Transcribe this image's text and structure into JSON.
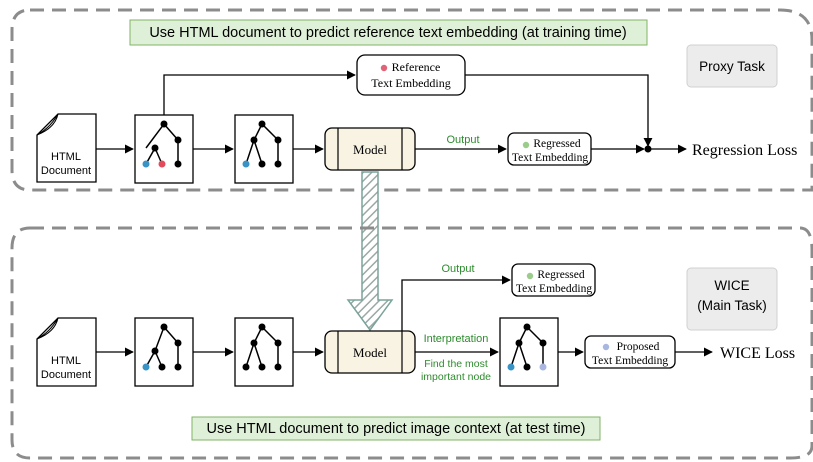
{
  "top_section": {
    "banner": "Use HTML document to predict reference text embedding (at training time)",
    "task_label": "Proxy Task",
    "document_label_line1": "HTML",
    "document_label_line2": "Document",
    "reference_line1": "Reference",
    "reference_line2": "Text Embedding",
    "model_label": "Model",
    "output_label": "Output",
    "regressed_line1": "Regressed",
    "regressed_line2": "Text Embedding",
    "loss_label": "Regression Loss"
  },
  "bottom_section": {
    "banner": "Use HTML document to predict image context (at test time)",
    "task_label_line1": "WICE",
    "task_label_line2": "(Main Task)",
    "document_label_line1": "HTML",
    "document_label_line2": "Document",
    "model_label": "Model",
    "output_label": "Output",
    "regressed_line1": "Regressed",
    "regressed_line2": "Text Embedding",
    "interpretation_label": "Interpretation",
    "find_line1": "Find the most",
    "find_line2": "important node",
    "proposed_line1": "Proposed",
    "proposed_line2": "Text Embedding",
    "loss_label": "WICE Loss"
  },
  "colors": {
    "green_text": "#2e8b2e",
    "node_blue": "#3a93c5",
    "node_red": "#e34b5c",
    "node_lightblue": "#a9b7e0",
    "dot_green": "#9ccc8c",
    "dot_red": "#e06377",
    "dot_blue": "#a8b7e0",
    "dashed_border": "#8c8c8c",
    "banner_fill": "#dff0d8"
  }
}
